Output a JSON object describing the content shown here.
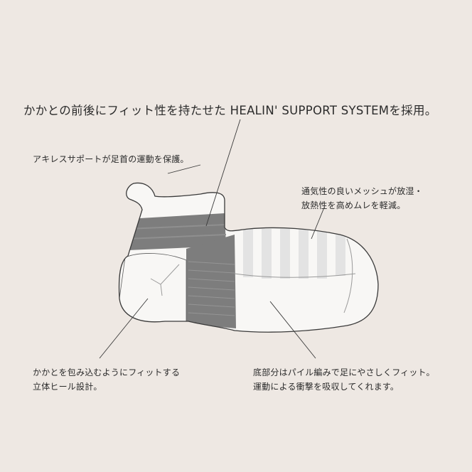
{
  "headline": "かかとの前後にフィット性を持たせた HEALIN' SUPPORT SYSTEMを採用。",
  "callouts": {
    "achilles": "アキレスサポートが足首の運動を保護。",
    "mesh_line1": "通気性の良いメッシュが放湿・",
    "mesh_line2": "放熱性を高めムレを軽減。",
    "heel_line1": "かかとを包み込むようにフィットする",
    "heel_line2": "立体ヒール設計。",
    "sole_line1": "底部分はパイル編みで足にやさしくフィット。",
    "sole_line2": "運動による衝撃を吸収してくれます。"
  },
  "colors": {
    "background": "#eee8e3",
    "sock_body": "#f8f7f5",
    "support_band": "#7d7d7d",
    "mesh_stripe": "#e3e3e3",
    "outline": "#3a3a3a",
    "text": "#2b2b2b"
  }
}
